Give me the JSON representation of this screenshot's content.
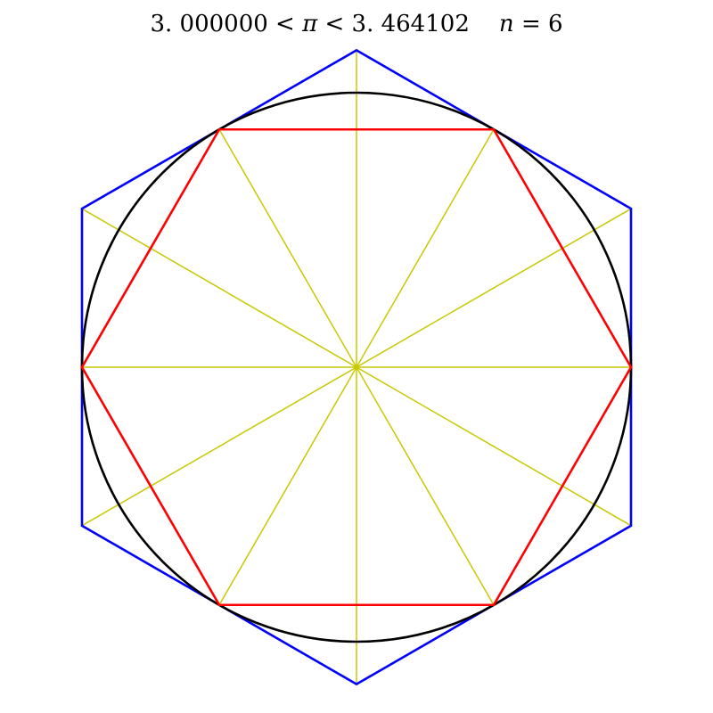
{
  "title": {
    "lower": "3. 000000",
    "lt1": "<",
    "pi": "π",
    "lt2": "<",
    "upper": "3. 464102",
    "n_var": "n",
    "eq": "=",
    "n_value": "6"
  },
  "figure": {
    "sides": 6,
    "radius": 1,
    "colors": {
      "circle": "#000000",
      "inscribed": "#ff0000",
      "circumscribed": "#0000ff",
      "spokes": "#c8c800"
    }
  }
}
